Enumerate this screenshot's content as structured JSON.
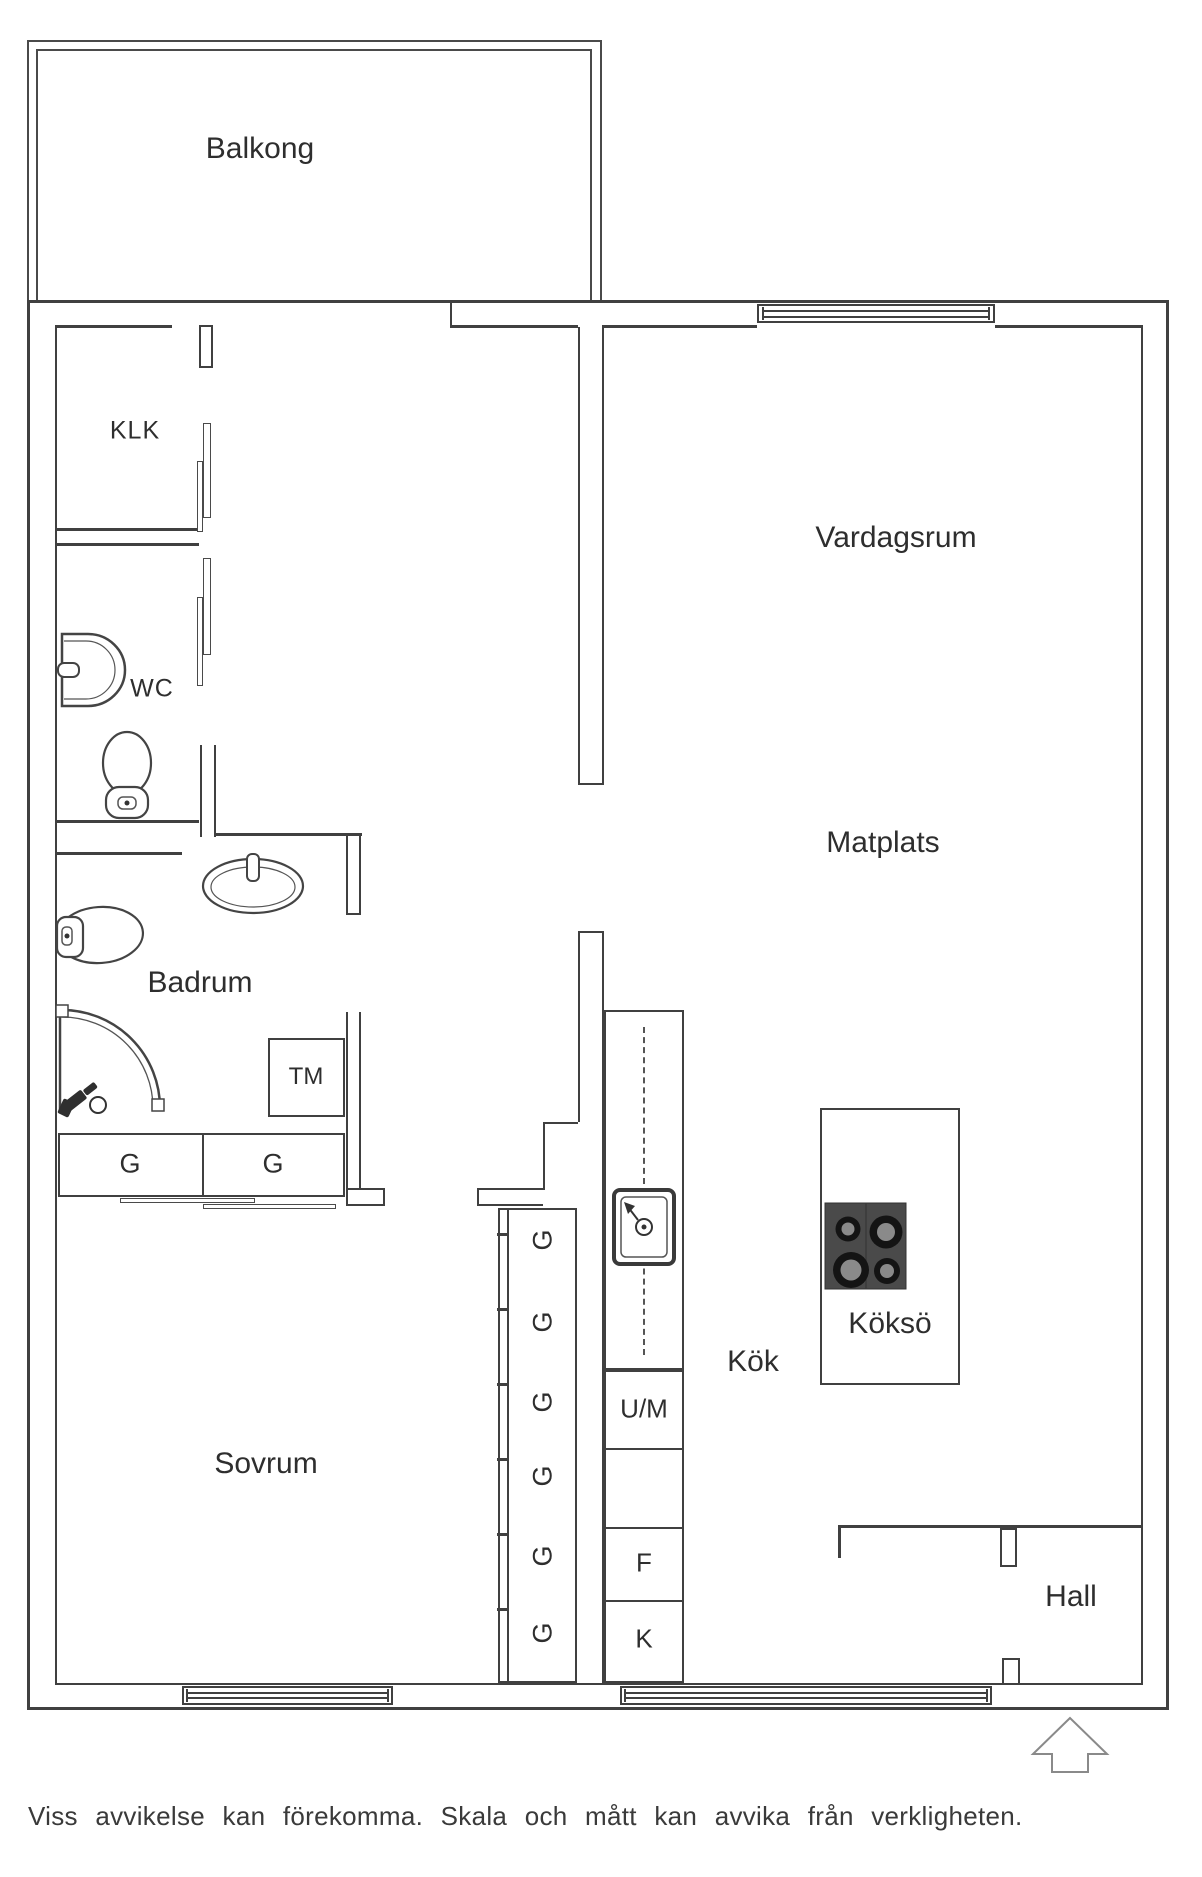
{
  "rooms": {
    "balcony": "Balkong",
    "closet": "KLK",
    "wc": "WC",
    "living_room": "Vardagsrum",
    "dining": "Matplats",
    "bathroom": "Badrum",
    "bedroom": "Sovrum",
    "kitchen": "Kök",
    "kitchen_island": "Köksö",
    "hall": "Hall"
  },
  "fixtures": {
    "washing_machine": "TM",
    "washer_dryer": "U/M",
    "fridge": "F",
    "freezer": "K"
  },
  "wardrobes": {
    "row": [
      "G",
      "G"
    ],
    "column": [
      "G",
      "G",
      "G",
      "G",
      "G",
      "G"
    ]
  },
  "disclaimer": "Viss avvikelse kan förekomma. Skala och mått kan avvika från verkligheten."
}
